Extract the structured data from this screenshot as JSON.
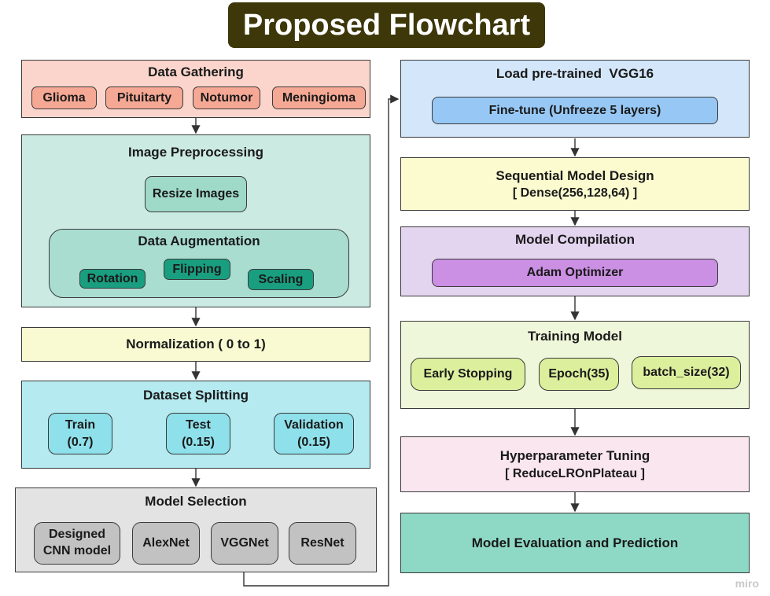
{
  "title": "Proposed Flowchart",
  "colors": {
    "gathering": "#fbd5cc",
    "gathering_chip": "#f5a894",
    "preprocess": "#cbeae2",
    "preprocess_chip": "#9fd9c8",
    "augment_chip": "#199e80",
    "normalization": "#fafad2",
    "splitting": "#b4eaf0",
    "splitting_chip": "#8ee0ea",
    "selection": "#e3e3e3",
    "selection_chip": "#c2c2c2",
    "vgg": "#d3e6fa",
    "vgg_chip": "#97c8f5",
    "sequential": "#fbfbcf",
    "compilation": "#e3d4f0",
    "compilation_chip": "#cb8fe3",
    "training": "#eef7d9",
    "training_chip": "#dcef9d",
    "tuning": "#fae6ee",
    "evaluation": "#8ed8c6"
  },
  "left": {
    "gathering": {
      "title": "Data Gathering",
      "items": [
        "Glioma",
        "Pituitarty",
        "Notumor",
        "Meningioma"
      ]
    },
    "preprocessing": {
      "title": "Image Preprocessing",
      "resize": "Resize Images",
      "augmentation": {
        "title": "Data Augmentation",
        "rotation": "Rotation",
        "flipping": "Flipping",
        "scaling": "Scaling"
      }
    },
    "normalization": "Normalization ( 0 to 1)",
    "splitting": {
      "title": "Dataset Splitting",
      "train": "Train\n(0.7)",
      "test": "Test\n(0.15)",
      "validation": "Validation\n(0.15)"
    },
    "selection": {
      "title": "Model Selection",
      "items": [
        "Designed\nCNN model",
        "AlexNet",
        "VGGNet",
        "ResNet"
      ]
    }
  },
  "right": {
    "vgg": {
      "title": "Load pre-trained  VGG16",
      "finetune": "Fine-tune (Unfreeze 5 layers)"
    },
    "sequential": {
      "title": "Sequential Model Design",
      "subtitle": "[ Dense(256,128,64) ]"
    },
    "compilation": {
      "title": "Model Compilation",
      "optimizer": "Adam Optimizer"
    },
    "training": {
      "title": "Training Model",
      "items": [
        "Early Stopping",
        "Epoch(35)",
        "batch_size(32)"
      ]
    },
    "tuning": {
      "title": "Hyperparameter Tuning",
      "subtitle": "[ ReduceLROnPlateau ]"
    },
    "evaluation": "Model Evaluation and Prediction"
  },
  "watermark": "miro"
}
